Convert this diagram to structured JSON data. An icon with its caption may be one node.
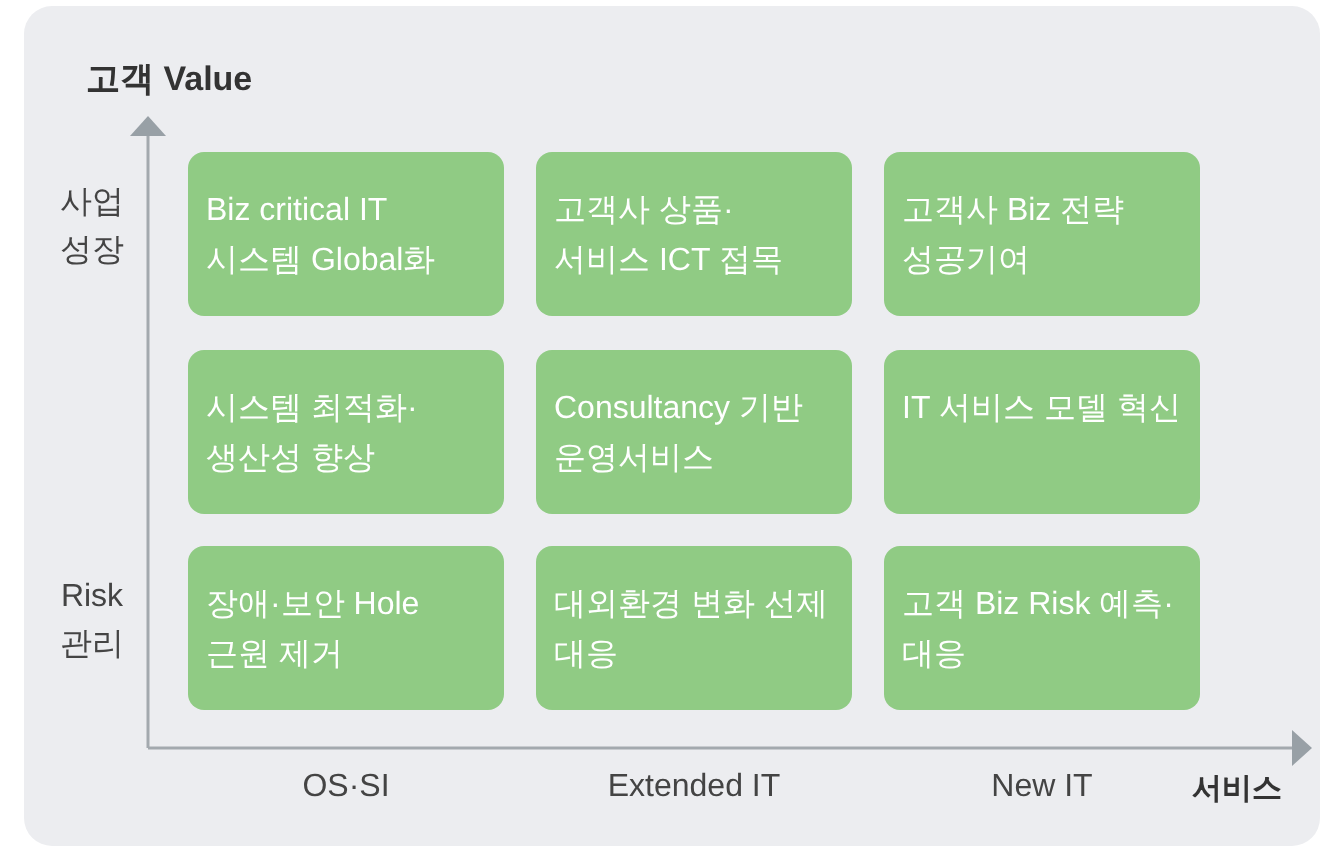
{
  "diagram": {
    "nodes": [
      {
        "text": [
          "Biz critical IT 시스템 Global화"
        ]
      },
      {
        "text": [
          "고객사 상품· 서비스 ICT 접목"
        ]
      },
      {
        "text": [
          "고객사 Biz 전략 성공기여"
        ]
      },
      {
        "text": [
          "시스템 최적화· 생산성 향상"
        ]
      },
      {
        "text": [
          "Consultancy 기반 운영서비스"
        ]
      },
      {
        "text": [
          "IT 서비스 모델 혁신"
        ]
      },
      {
        "text": [
          "장애·보안 Hole 근원 제거"
        ]
      },
      {
        "text": [
          "대외환경 변화 선제 대응"
        ]
      },
      {
        "text": [
          "고객 Biz Risk 예측·대응"
        ]
      }
    ],
    "labels": [
      "고객 Value",
      "사업 성장",
      "Risk 관리",
      "OS·SI",
      "Extended IT",
      "New IT",
      "서비스"
    ]
  }
}
